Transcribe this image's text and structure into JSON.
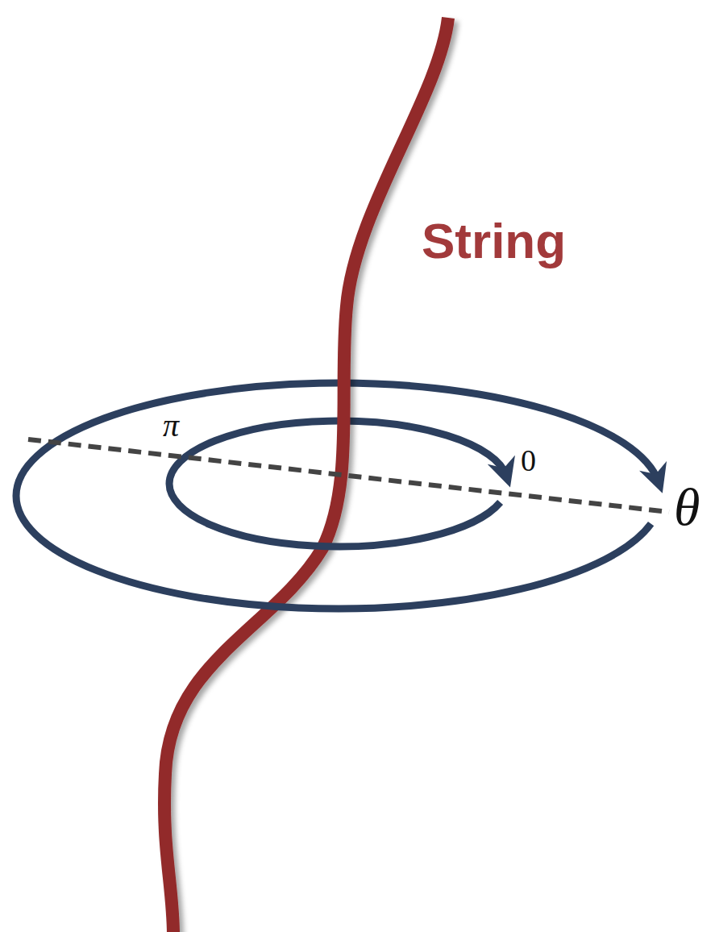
{
  "diagram": {
    "labels": [
      "String",
      "π",
      "0",
      "θ"
    ]
  }
}
